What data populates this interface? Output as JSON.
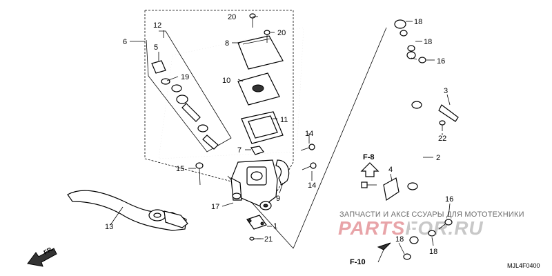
{
  "callouts": {
    "c1": "1",
    "c2": "2",
    "c3": "3",
    "c4": "4",
    "c5": "5",
    "c6": "6",
    "c7": "7",
    "c8": "8",
    "c9": "9",
    "c10": "10",
    "c11": "11",
    "c12": "12",
    "c13": "13",
    "c14a": "14",
    "c14b": "14",
    "c15": "15",
    "c16a": "16",
    "c16b": "16",
    "c17": "17",
    "c18a": "18",
    "c18b": "18",
    "c18c": "18",
    "c18d": "18",
    "c19": "19",
    "c20a": "20",
    "c20b": "20",
    "c21": "21",
    "c22": "22"
  },
  "references": {
    "f8": "F-8",
    "f10": "F-10"
  },
  "direction_label": "FR.",
  "diagram_code": "MJL4F0400",
  "watermark": {
    "tagline": "ЗАПЧАСТИ И АКСЕССУАРЫ ДЛЯ МОТОТЕХНИКИ",
    "brand_part1": "PARTS",
    "brand_part2": "FOR.RU"
  },
  "colors": {
    "watermark_red": "#e8a4a8",
    "watermark_grey": "#c8c8c8",
    "line": "#000000"
  }
}
